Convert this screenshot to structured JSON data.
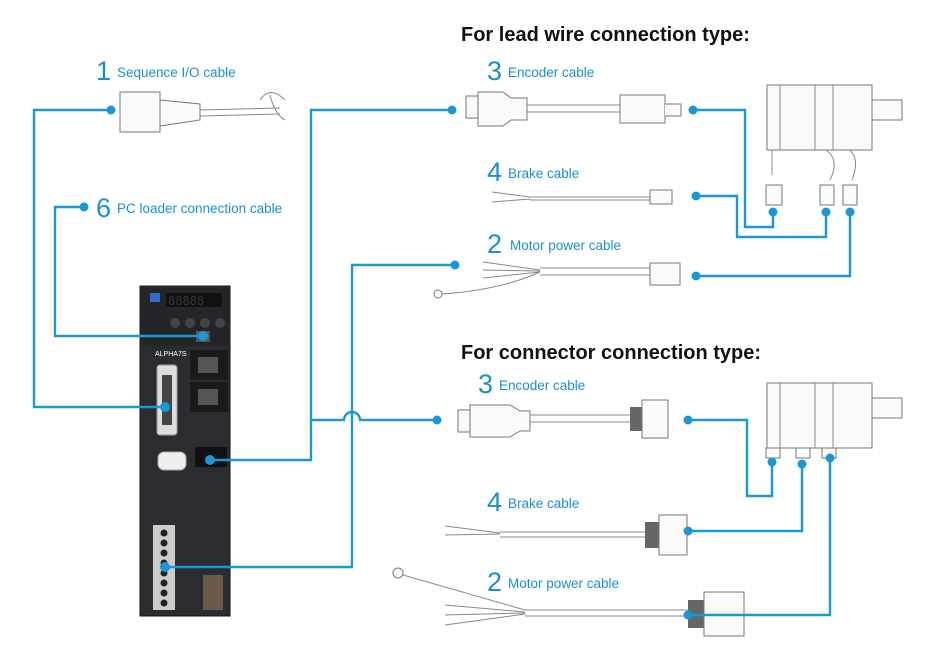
{
  "sections": {
    "lead_wire_title": "For lead wire connection type:",
    "connector_title": "For connector connection type:"
  },
  "cables": {
    "sequence_io": {
      "number": "1",
      "label": "Sequence I/O cable"
    },
    "pc_loader": {
      "number": "6",
      "label": "PC loader connection cable"
    },
    "lead_encoder": {
      "number": "3",
      "label": "Encoder cable"
    },
    "lead_brake": {
      "number": "4",
      "label": "Brake cable"
    },
    "lead_motor_power": {
      "number": "2",
      "label": "Motor power cable"
    },
    "conn_encoder": {
      "number": "3",
      "label": "Encoder cable"
    },
    "conn_brake": {
      "number": "4",
      "label": "Brake cable"
    },
    "conn_motor_power": {
      "number": "2",
      "label": "Motor power cable"
    }
  },
  "device": {
    "model": "ALPHA7S",
    "display": "88888"
  },
  "colors": {
    "wire": "#1a98d5",
    "label": "#1a8fd0",
    "device": "#2a2c30"
  }
}
